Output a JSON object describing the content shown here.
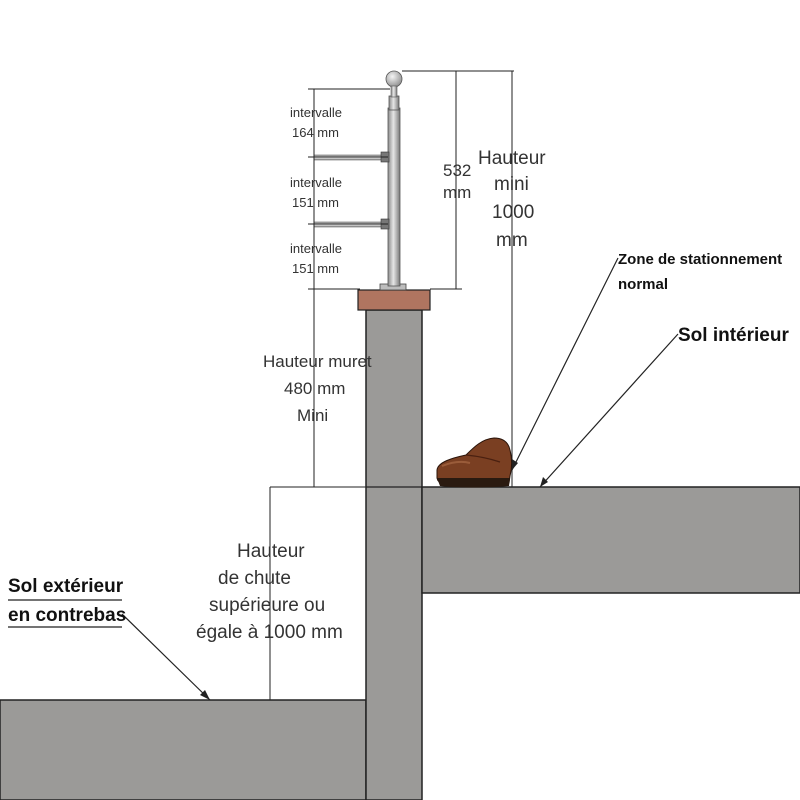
{
  "colors": {
    "concrete": "#9b9a98",
    "coping": "#b07560",
    "steel": "#c9c9c9",
    "line": "#222222",
    "shoe": "#7a3f22"
  },
  "labels": {
    "interval_word": "intervalle",
    "interval_1": "164 mm",
    "interval_2": "151 mm",
    "interval_3": "151 mm",
    "post_height": "532",
    "post_unit": "mm",
    "total_1": "Hauteur",
    "total_2": "mini",
    "total_3": "1000",
    "total_4": "mm",
    "wall_1": "Hauteur muret",
    "wall_2": "480 mm",
    "wall_3": "Mini",
    "fall_1": "Hauteur",
    "fall_2": "de chute",
    "fall_3": "supérieure ou",
    "fall_4": "égale à 1000 mm",
    "parking_1": "Zone de stationnement",
    "parking_2": "normal",
    "indoor": "Sol intérieur",
    "outdoor_1": "Sol extérieur",
    "outdoor_2": "en contrebas"
  }
}
